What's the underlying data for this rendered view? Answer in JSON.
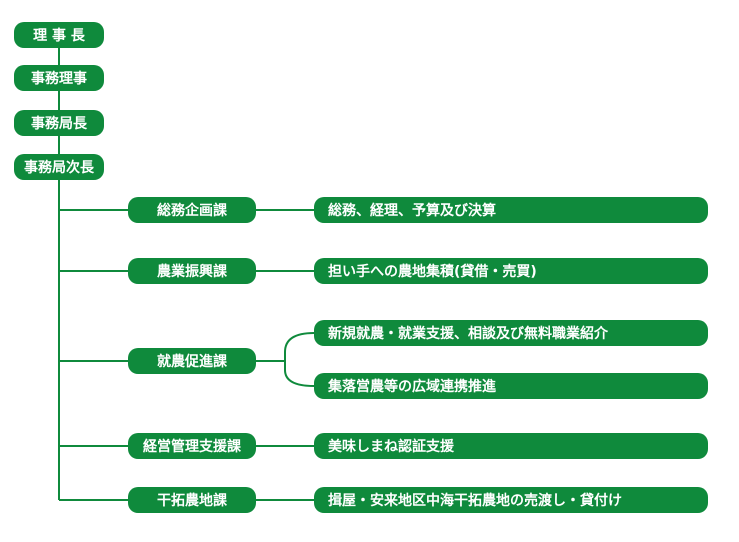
{
  "colors": {
    "box": "#0f8a3c",
    "line": "#0f8a3c",
    "text": "#ffffff"
  },
  "executives": [
    "理 事 長",
    "事務理事",
    "事務局長",
    "事務局次長"
  ],
  "departments": [
    {
      "name": "総務企画課",
      "duties": [
        "総務、経理、予算及び決算"
      ]
    },
    {
      "name": "農業振興課",
      "duties": [
        "担い手への農地集積(貸借・売買)"
      ]
    },
    {
      "name": "就農促進課",
      "duties": [
        "新規就農・就業支援、相談及び無料職業紹介",
        "集落営農等の広域連携推進"
      ]
    },
    {
      "name": "経営管理支援課",
      "duties": [
        "美味しまね認証支援"
      ]
    },
    {
      "name": "干拓農地課",
      "duties": [
        "揖屋・安来地区中海干拓農地の売渡し・貸付け"
      ]
    }
  ]
}
